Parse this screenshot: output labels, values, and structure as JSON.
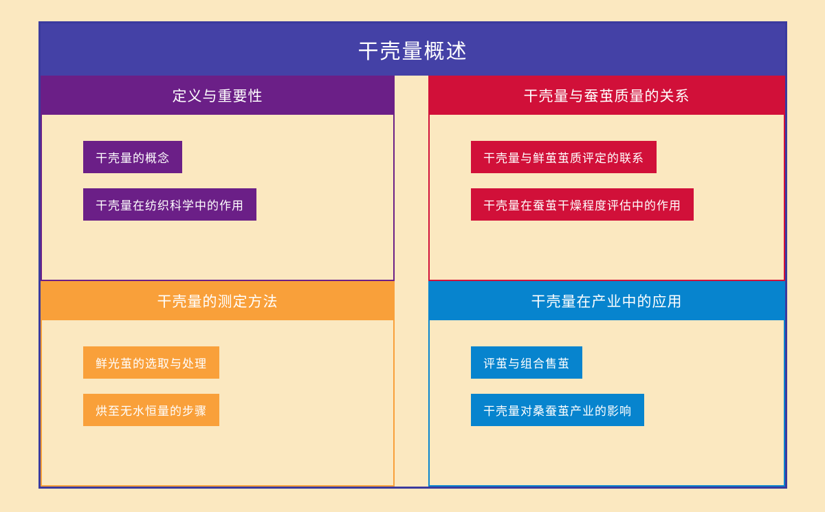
{
  "diagram": {
    "title": "干壳量概述",
    "title_color": "#4441a6",
    "background_color": "#fbe8c0",
    "border_color": "#3a3a9e",
    "type": "quadrant-mind-map",
    "quadrants": [
      {
        "position": "top-left",
        "header": "定义与重要性",
        "color": "#6b1f87",
        "items": [
          "干壳量的概念",
          "干壳量在纺织科学中的作用"
        ]
      },
      {
        "position": "top-right",
        "header": "干壳量与蚕茧质量的关系",
        "color": "#d11039",
        "items": [
          "干壳量与鲜茧茧质评定的联系",
          "干壳量在蚕茧干燥程度评估中的作用"
        ]
      },
      {
        "position": "bottom-left",
        "header": "干壳量的测定方法",
        "color": "#f9a03a",
        "items": [
          "鲜光茧的选取与处理",
          "烘至无水恒量的步骤"
        ]
      },
      {
        "position": "bottom-right",
        "header": "干壳量在产业中的应用",
        "color": "#0784ce",
        "items": [
          "评茧与组合售茧",
          "干壳量对桑蚕茧产业的影响"
        ]
      }
    ]
  }
}
